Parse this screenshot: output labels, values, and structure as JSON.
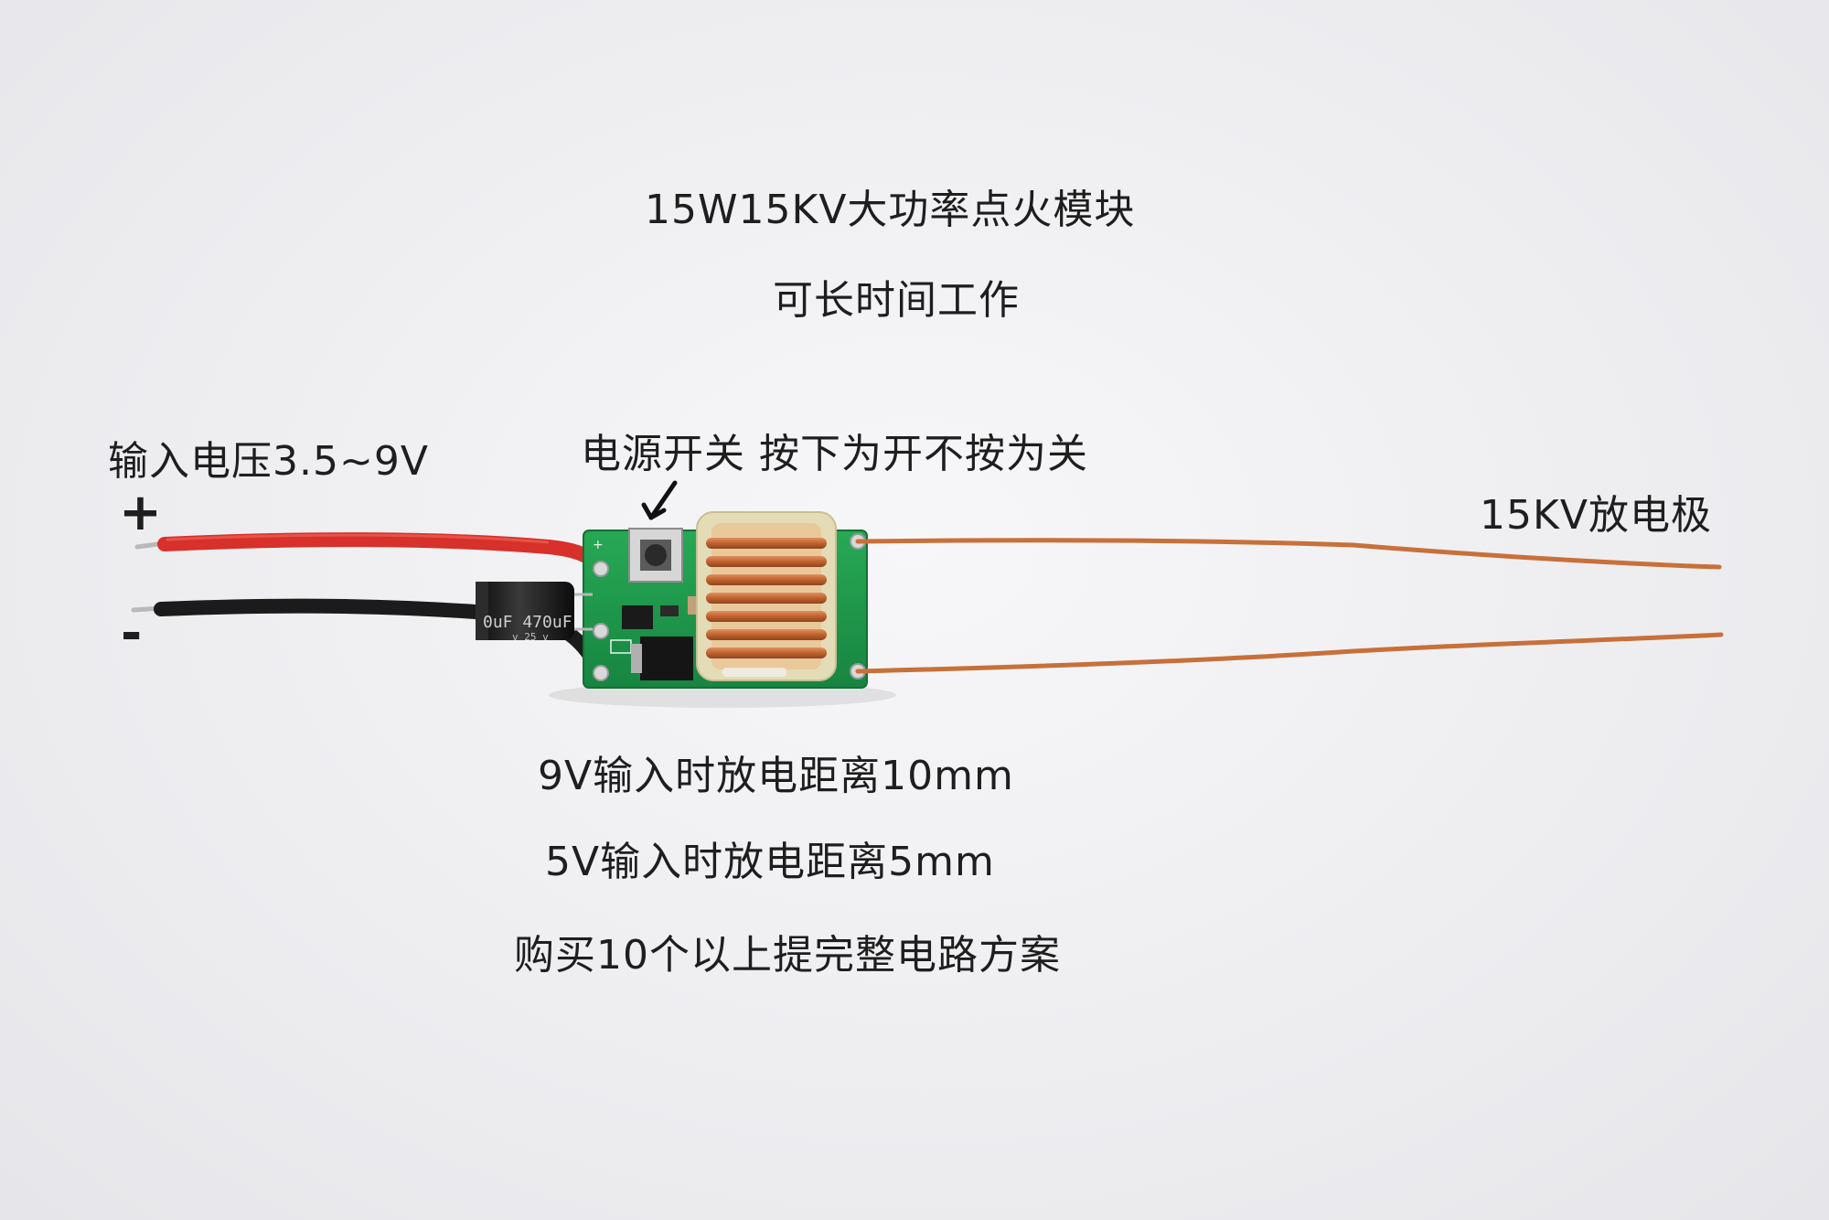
{
  "title": "15W15KV大功率点火模块",
  "subtitle": "可长时间工作",
  "input_voltage": "输入电压3.5~9V",
  "plus": "+",
  "minus": "-",
  "switch_note": "电源开关 按下为开不按为关",
  "electrode_label": "15KV放电极",
  "spec_9v": "9V输入时放电距离10mm",
  "spec_5v": "5V输入时放电距离5mm",
  "bulk_note": "购买10个以上提完整电路方案",
  "capacitor_marking": "470uF 25V",
  "colors": {
    "background": "#ececef",
    "pcb": "#1f9a4a",
    "red_wire": "#d8302a",
    "black_wire": "#1b1b1b",
    "copper": "#c8703a"
  }
}
